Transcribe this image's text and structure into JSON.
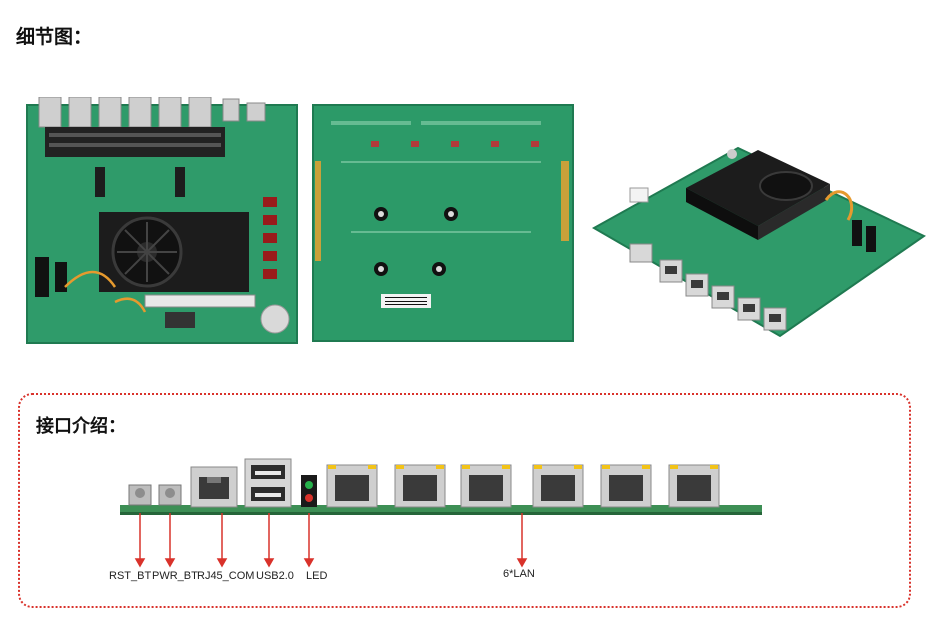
{
  "headings": {
    "details": "细节图：",
    "interfaces": "接口介绍："
  },
  "interface_labels": {
    "rst_bt": "RST_BT",
    "pwr_bt": "PWR_BT",
    "rj45_com": "RJ45_COM",
    "usb": "USB2.0",
    "led": "LED",
    "lan": "6*LAN"
  },
  "colors": {
    "pcb_green": "#2f9b6a",
    "heatsink": "#1c1c1c",
    "callout_red": "#d9322b"
  }
}
